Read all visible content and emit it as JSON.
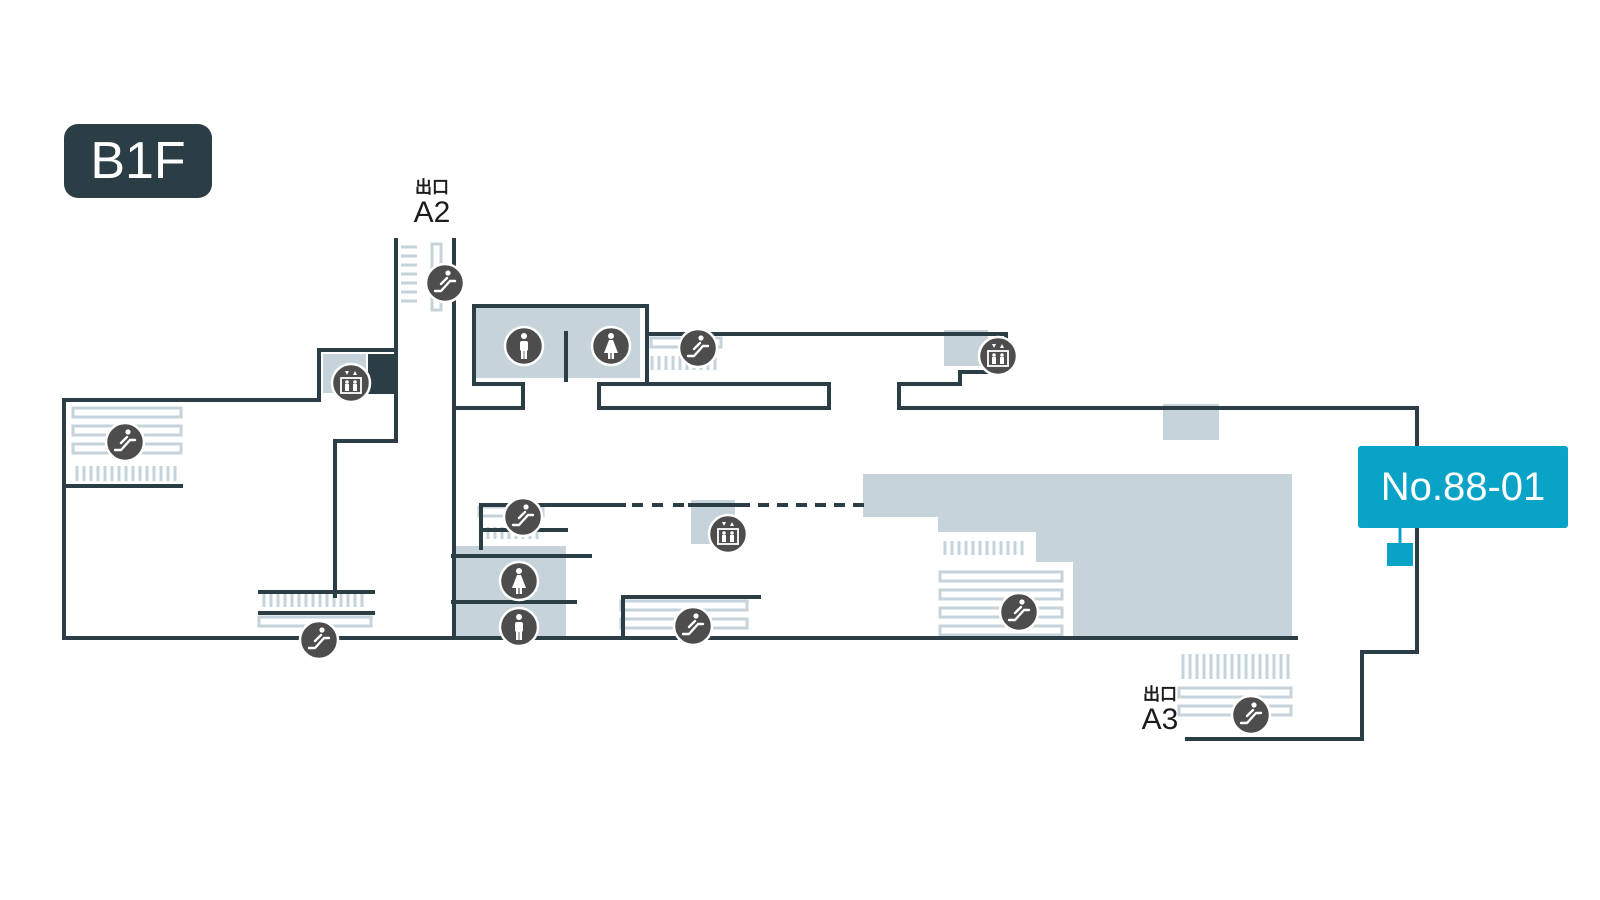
{
  "floor": {
    "label": "B1F"
  },
  "exits": [
    {
      "jp": "出口",
      "code": "A2"
    },
    {
      "jp": "出口",
      "code": "A3"
    }
  ],
  "locker": {
    "label": "No.88-01",
    "color": "#0aa3c8"
  },
  "colors": {
    "wall": "#2c3e45",
    "zone": "#c6d3da",
    "icon": "#4d4d4d",
    "accent": "#0aa3c8"
  },
  "icons": [
    "escalator-icon",
    "elevator-icon",
    "restroom-male-icon",
    "restroom-female-icon"
  ]
}
